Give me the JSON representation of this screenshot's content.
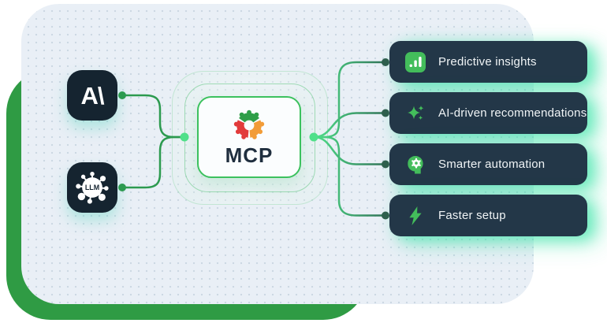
{
  "nodes": {
    "anthropic": {
      "glyph": "A\\"
    },
    "llm": {
      "label": "LLM"
    }
  },
  "hub": {
    "label": "MCP"
  },
  "outputs": {
    "items": [
      {
        "label": "Predictive insights",
        "icon": "bar-chart-icon"
      },
      {
        "label": "AI-driven recommendations",
        "icon": "sparkles-icon"
      },
      {
        "label": "Smarter automation",
        "icon": "head-gear-icon"
      },
      {
        "label": "Faster setup",
        "icon": "lightning-icon"
      }
    ]
  },
  "colors": {
    "backdrop_green": "#2f9b44",
    "panel_bg": "#e9eff6",
    "panel_dot": "#ccd8e3",
    "node_bg": "#152430",
    "pill_bg": "#233748",
    "pill_text": "#f0f4f6",
    "accent_green": "#43bd5b",
    "line_green": "#2c9a4f",
    "line_bright": "#4fe089",
    "line_dark": "#2d6a53",
    "dot_dark": "#2e5f4d",
    "glow_teal": "#2de2a1",
    "card_border": "#3cc15e",
    "mcp_text": "#1f2e3e",
    "logo_green": "#2f9e48",
    "logo_red": "#e23b3b",
    "logo_orange": "#f29c38"
  }
}
